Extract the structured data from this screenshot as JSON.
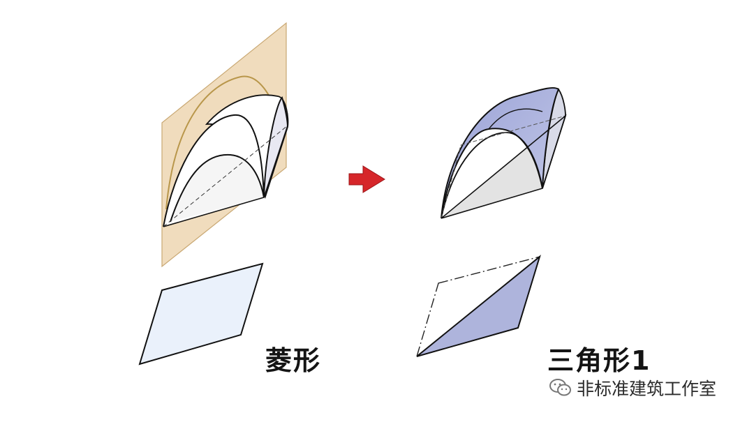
{
  "labels": {
    "left": "菱形",
    "right": "三角形1"
  },
  "watermark": {
    "text": "非标准建筑工作室",
    "icon": "wechat-icon"
  },
  "colors": {
    "plane": "#f0dcbd",
    "surface_white": "#ffffff",
    "surface_blue": "#aeb4dc",
    "base_rhombus": "#eaf1fb",
    "arrow": "#d6262a",
    "outline": "#111111"
  }
}
